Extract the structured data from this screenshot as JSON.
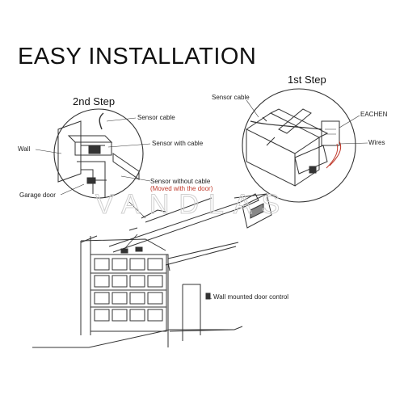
{
  "title": "EASY INSTALLATION",
  "steps": {
    "step1": "1st Step",
    "step2": "2nd Step"
  },
  "step1_callouts": {
    "sensor_cable": "Sensor cable",
    "eachen": "EACHEN",
    "wires": "Wires"
  },
  "step2_callouts": {
    "sensor_cable": "Sensor cable",
    "sensor_with_cable": "Sensor with cable",
    "wall": "Wall",
    "sensor_without_cable": "Sensor without cable",
    "moved_with_door": "(Moved with the door)",
    "garage_door": "Garage door"
  },
  "main_callouts": {
    "wall_control": "Wall mounted door control"
  },
  "watermark": "VANDLAS",
  "colors": {
    "line": "#333333",
    "red": "#c0392b",
    "watermark": "#d9d9d9"
  }
}
